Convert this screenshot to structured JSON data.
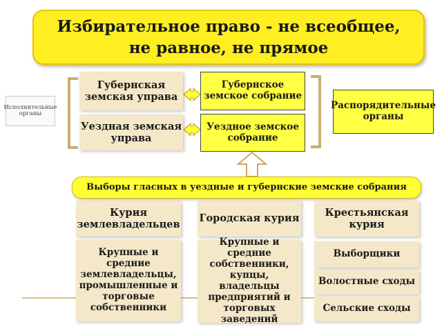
{
  "title": "Избирательное право - не всеобщее, не равное, не прямое",
  "executive_label": "Исполнительные органы",
  "administrative_label": "Распорядительные органы",
  "gubernskaya_uprava": "Губернская земская управа",
  "uezdnaya_uprava": "Уездная земская управа",
  "gubernskoe_sobranie": "Губернское земское собрание",
  "uezdnoe_sobranie": "Уездное земское собрание",
  "elections_banner": "Выборы гласных  в уездные и губернские земские собрания",
  "curiae": [
    {
      "name": "Курия землевладельцев",
      "members": [
        "Крупные и средние землевладельцы, промышленные и торговые собственники"
      ]
    },
    {
      "name": "Городская курия",
      "members": [
        "Крупные и средние собственники, купцы, владельцы предприятий и торговых заведений"
      ]
    },
    {
      "name": "Крестьянская курия",
      "members": [
        "Выборщики",
        "Волостные сходы",
        "Сельские сходы"
      ]
    }
  ],
  "colors": {
    "title_fill": "#ffee22",
    "box_beige": "#f4e8c8",
    "box_yellow": "#ffff44",
    "bracket": "#c8ae70",
    "line": "#c8a85a"
  }
}
